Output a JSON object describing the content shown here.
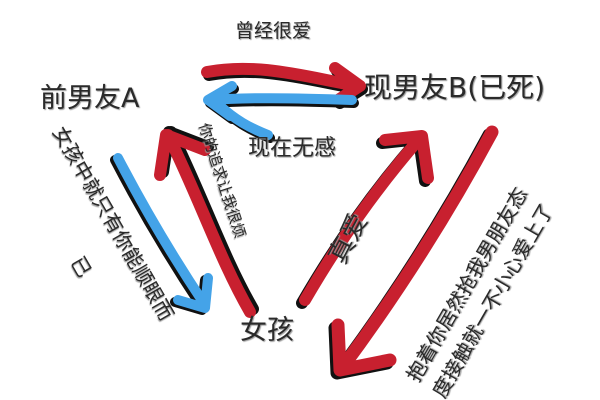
{
  "colors": {
    "red": "#c8202f",
    "blue": "#44a3e8",
    "shadow": "#111111"
  },
  "nodes": {
    "ex_boyfriend": "前男友A",
    "current_boyfriend": "现男友B(已死)",
    "girl": "女孩"
  },
  "edge_labels": {
    "used_to_love": "曾经很爱",
    "no_feeling_now": "现在无感",
    "true_love": "真爱",
    "pursuit_annoying": "你的追求让我很烦",
    "only_you_line1": "女孩中就只有你能顺眼而",
    "only_you_line2": "已",
    "stole_line1": "抱着你居然抢我男朋友态",
    "stole_line2": "度接触就一不小心爱上了"
  }
}
